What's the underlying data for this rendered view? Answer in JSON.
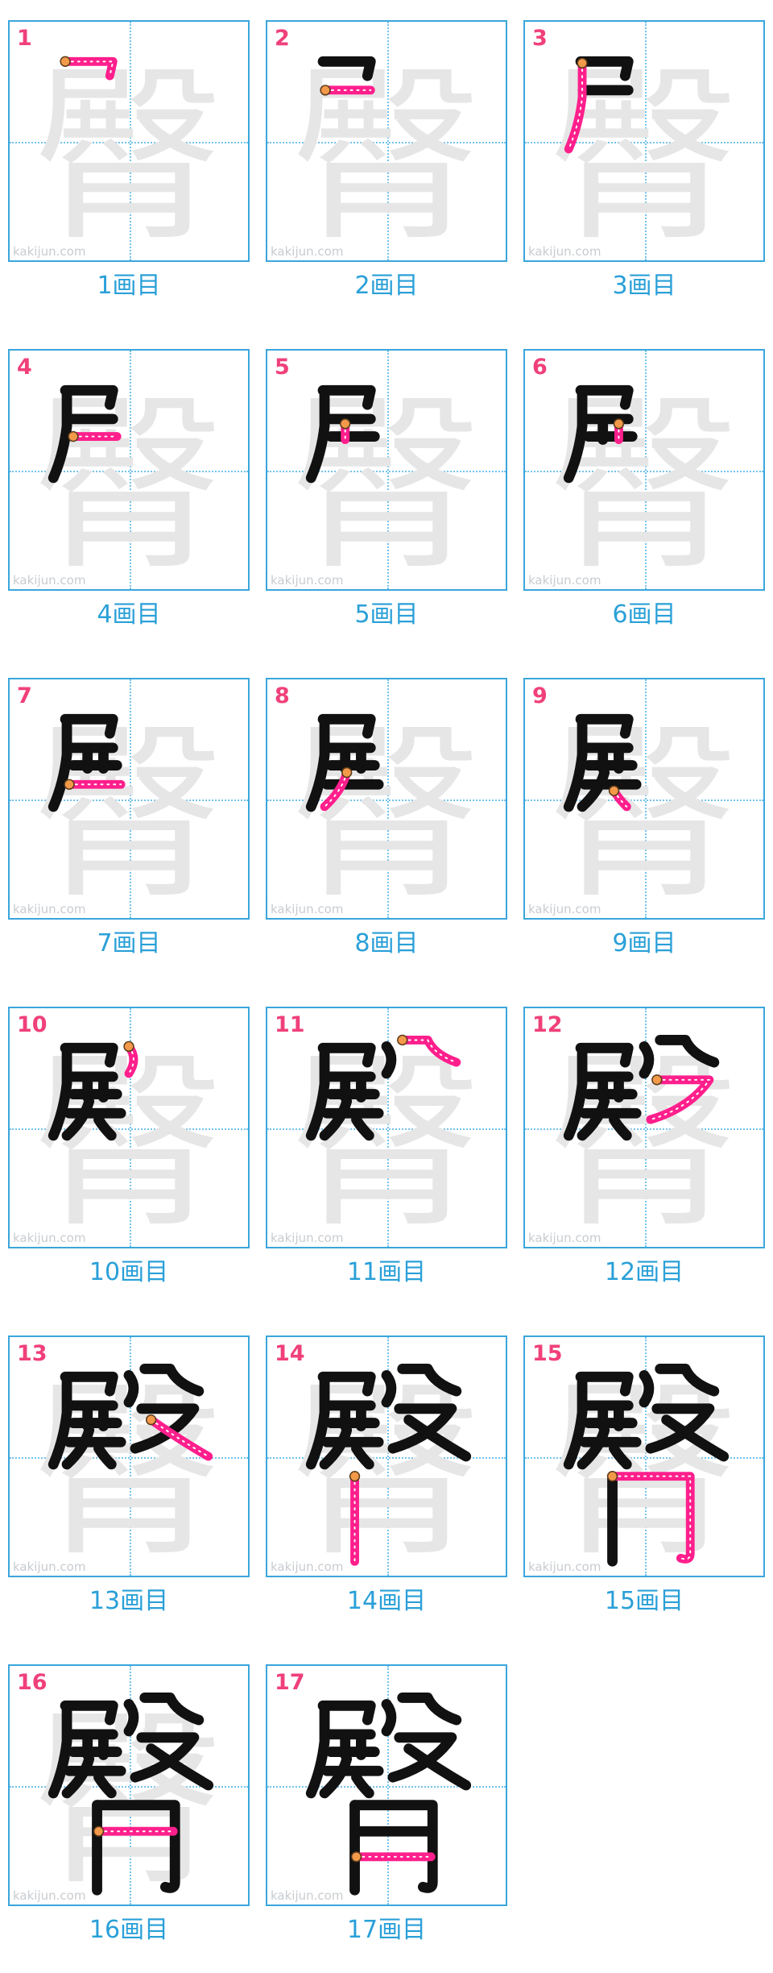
{
  "kanji": "臀",
  "watermark": "kakijun.com",
  "colors": {
    "ghost": "#e6e6e6",
    "done": "#111111",
    "current": "#ff1f8c",
    "start_dot": "#f39a4a",
    "grid": "#3aa6dc",
    "label": "#2aa0d8"
  },
  "steps": [
    {
      "n": "1",
      "label": "1画目"
    },
    {
      "n": "2",
      "label": "2画目"
    },
    {
      "n": "3",
      "label": "3画目"
    },
    {
      "n": "4",
      "label": "4画目"
    },
    {
      "n": "5",
      "label": "5画目"
    },
    {
      "n": "6",
      "label": "6画目"
    },
    {
      "n": "7",
      "label": "7画目"
    },
    {
      "n": "8",
      "label": "8画目"
    },
    {
      "n": "9",
      "label": "9画目"
    },
    {
      "n": "10",
      "label": "10画目"
    },
    {
      "n": "11",
      "label": "11画目"
    },
    {
      "n": "12",
      "label": "12画目"
    },
    {
      "n": "13",
      "label": "13画目"
    },
    {
      "n": "14",
      "label": "14画目"
    },
    {
      "n": "15",
      "label": "15画目"
    },
    {
      "n": "16",
      "label": "16画目"
    },
    {
      "n": "17",
      "label": "17画目"
    }
  ]
}
